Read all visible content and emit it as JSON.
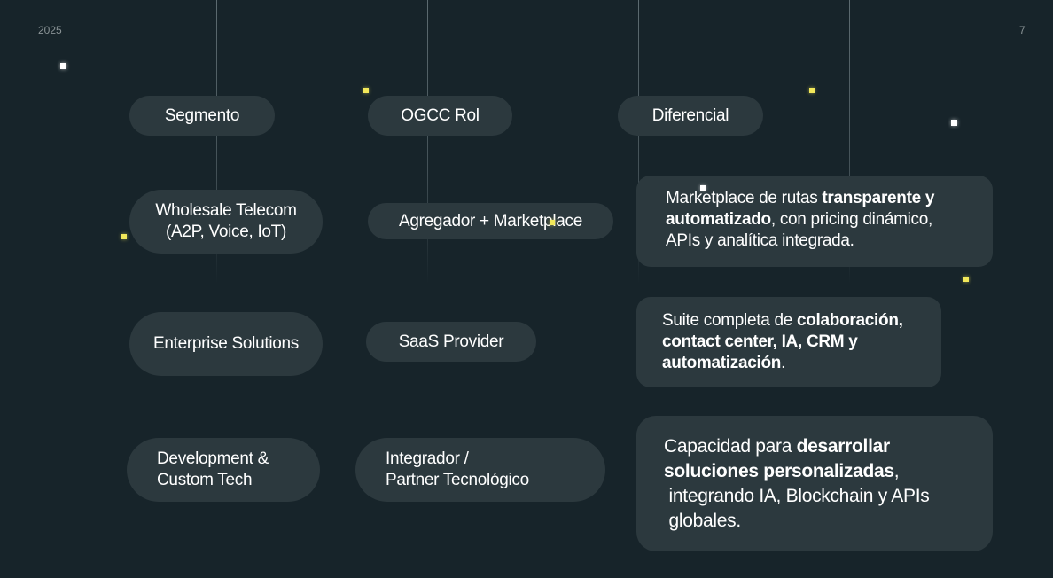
{
  "header": {
    "year": "2025",
    "page_number": "7"
  },
  "columns": {
    "segment": "Segmento",
    "role": "OGCC Rol",
    "differential": "Diferencial"
  },
  "rows": [
    {
      "segment_lines": [
        "Wholesale Telecom",
        "(A2P, Voice, IoT)"
      ],
      "role_lines": [
        "Agregador + Marketplace"
      ],
      "differential": [
        {
          "parts": [
            {
              "text": "Marketplace de rutas ",
              "bold": false
            },
            {
              "text": "transparente y",
              "bold": true
            }
          ]
        },
        {
          "parts": [
            {
              "text": "automatizado",
              "bold": true
            },
            {
              "text": ", con pricing dinámico,",
              "bold": false
            }
          ]
        },
        {
          "parts": [
            {
              "text": "APIs y analítica integrada.",
              "bold": false
            }
          ]
        }
      ]
    },
    {
      "segment_lines": [
        "Enterprise Solutions"
      ],
      "role_lines": [
        "SaaS Provider"
      ],
      "differential": [
        {
          "parts": [
            {
              "text": "Suite completa de ",
              "bold": false
            },
            {
              "text": "colaboración,",
              "bold": true
            }
          ]
        },
        {
          "parts": [
            {
              "text": "contact center, IA, CRM y",
              "bold": true
            }
          ]
        },
        {
          "parts": [
            {
              "text": "automatización",
              "bold": true
            },
            {
              "text": ".",
              "bold": false
            }
          ]
        }
      ]
    },
    {
      "segment_lines": [
        "Development &",
        "Custom Tech"
      ],
      "role_lines": [
        "Integrador /",
        "Partner Tecnológico"
      ],
      "differential": [
        {
          "parts": [
            {
              "text": "Capacidad para ",
              "bold": false
            },
            {
              "text": "desarrollar",
              "bold": true
            }
          ]
        },
        {
          "parts": [
            {
              "text": "soluciones personalizadas",
              "bold": true
            },
            {
              "text": ",",
              "bold": false
            }
          ]
        },
        {
          "parts": [
            {
              "text": " integrando IA, Blockchain y APIs",
              "bold": false
            }
          ]
        },
        {
          "parts": [
            {
              "text": " globales.",
              "bold": false
            }
          ]
        }
      ]
    }
  ],
  "colors": {
    "background": "#17242a",
    "pill": "#2c393e",
    "text": "#ffffff",
    "meta_text": "#8a9396",
    "accent_yellow": "#f2e85a"
  }
}
